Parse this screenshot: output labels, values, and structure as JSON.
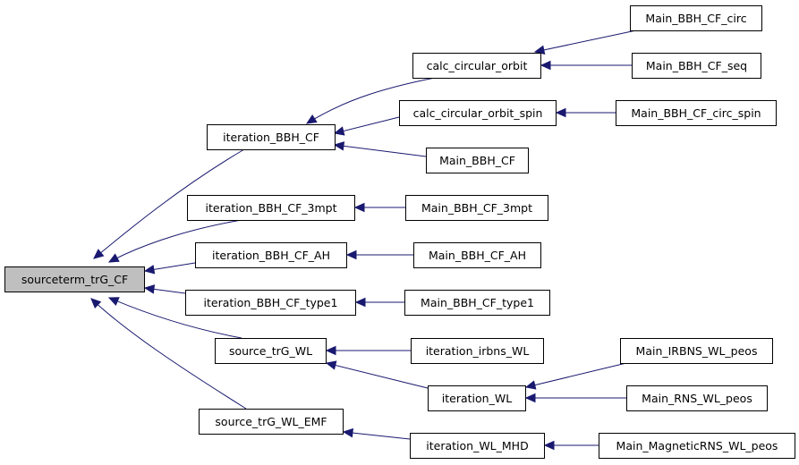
{
  "nodes": [
    {
      "id": "sourceterm_trG_CF",
      "label": "sourceterm_trG_CF",
      "root": true
    },
    {
      "id": "iteration_BBH_CF",
      "label": "iteration_BBH_CF"
    },
    {
      "id": "iteration_BBH_CF_3mpt",
      "label": "iteration_BBH_CF_3mpt"
    },
    {
      "id": "iteration_BBH_CF_AH",
      "label": "iteration_BBH_CF_AH"
    },
    {
      "id": "iteration_BBH_CF_type1",
      "label": "iteration_BBH_CF_type1"
    },
    {
      "id": "source_trG_WL",
      "label": "source_trG_WL"
    },
    {
      "id": "source_trG_WL_EMF",
      "label": "source_trG_WL_EMF"
    },
    {
      "id": "calc_circular_orbit",
      "label": "calc_circular_orbit"
    },
    {
      "id": "calc_circular_orbit_spin",
      "label": "calc_circular_orbit_spin"
    },
    {
      "id": "Main_BBH_CF",
      "label": "Main_BBH_CF"
    },
    {
      "id": "Main_BBH_CF_3mpt",
      "label": "Main_BBH_CF_3mpt"
    },
    {
      "id": "Main_BBH_CF_AH",
      "label": "Main_BBH_CF_AH"
    },
    {
      "id": "Main_BBH_CF_type1",
      "label": "Main_BBH_CF_type1"
    },
    {
      "id": "iteration_irbns_WL",
      "label": "iteration_irbns_WL"
    },
    {
      "id": "iteration_WL",
      "label": "iteration_WL"
    },
    {
      "id": "iteration_WL_MHD",
      "label": "iteration_WL_MHD"
    },
    {
      "id": "Main_BBH_CF_circ",
      "label": "Main_BBH_CF_circ"
    },
    {
      "id": "Main_BBH_CF_seq",
      "label": "Main_BBH_CF_seq"
    },
    {
      "id": "Main_BBH_CF_circ_spin",
      "label": "Main_BBH_CF_circ_spin"
    },
    {
      "id": "Main_IRBNS_WL_peos",
      "label": "Main_IRBNS_WL_peos"
    },
    {
      "id": "Main_RNS_WL_peos",
      "label": "Main_RNS_WL_peos"
    },
    {
      "id": "Main_MagneticRNS_WL_peos",
      "label": "Main_MagneticRNS_WL_peos"
    }
  ],
  "edges": [
    {
      "from": "iteration_BBH_CF",
      "to": "sourceterm_trG_CF"
    },
    {
      "from": "iteration_BBH_CF_3mpt",
      "to": "sourceterm_trG_CF"
    },
    {
      "from": "iteration_BBH_CF_AH",
      "to": "sourceterm_trG_CF"
    },
    {
      "from": "iteration_BBH_CF_type1",
      "to": "sourceterm_trG_CF"
    },
    {
      "from": "source_trG_WL",
      "to": "sourceterm_trG_CF"
    },
    {
      "from": "source_trG_WL_EMF",
      "to": "sourceterm_trG_CF"
    },
    {
      "from": "calc_circular_orbit",
      "to": "iteration_BBH_CF"
    },
    {
      "from": "calc_circular_orbit_spin",
      "to": "iteration_BBH_CF"
    },
    {
      "from": "Main_BBH_CF",
      "to": "iteration_BBH_CF"
    },
    {
      "from": "Main_BBH_CF_circ",
      "to": "calc_circular_orbit"
    },
    {
      "from": "Main_BBH_CF_seq",
      "to": "calc_circular_orbit"
    },
    {
      "from": "Main_BBH_CF_circ_spin",
      "to": "calc_circular_orbit_spin"
    },
    {
      "from": "Main_BBH_CF_3mpt",
      "to": "iteration_BBH_CF_3mpt"
    },
    {
      "from": "Main_BBH_CF_AH",
      "to": "iteration_BBH_CF_AH"
    },
    {
      "from": "Main_BBH_CF_type1",
      "to": "iteration_BBH_CF_type1"
    },
    {
      "from": "iteration_irbns_WL",
      "to": "source_trG_WL"
    },
    {
      "from": "iteration_WL",
      "to": "source_trG_WL"
    },
    {
      "from": "Main_IRBNS_WL_peos",
      "to": "iteration_WL"
    },
    {
      "from": "Main_RNS_WL_peos",
      "to": "iteration_WL"
    },
    {
      "from": "iteration_WL_MHD",
      "to": "source_trG_WL_EMF"
    },
    {
      "from": "Main_MagneticRNS_WL_peos",
      "to": "iteration_WL_MHD"
    }
  ],
  "colors": {
    "edge": "#191970",
    "root_fill": "#bfbfbf",
    "node_fill": "#ffffff",
    "border": "#000000"
  }
}
